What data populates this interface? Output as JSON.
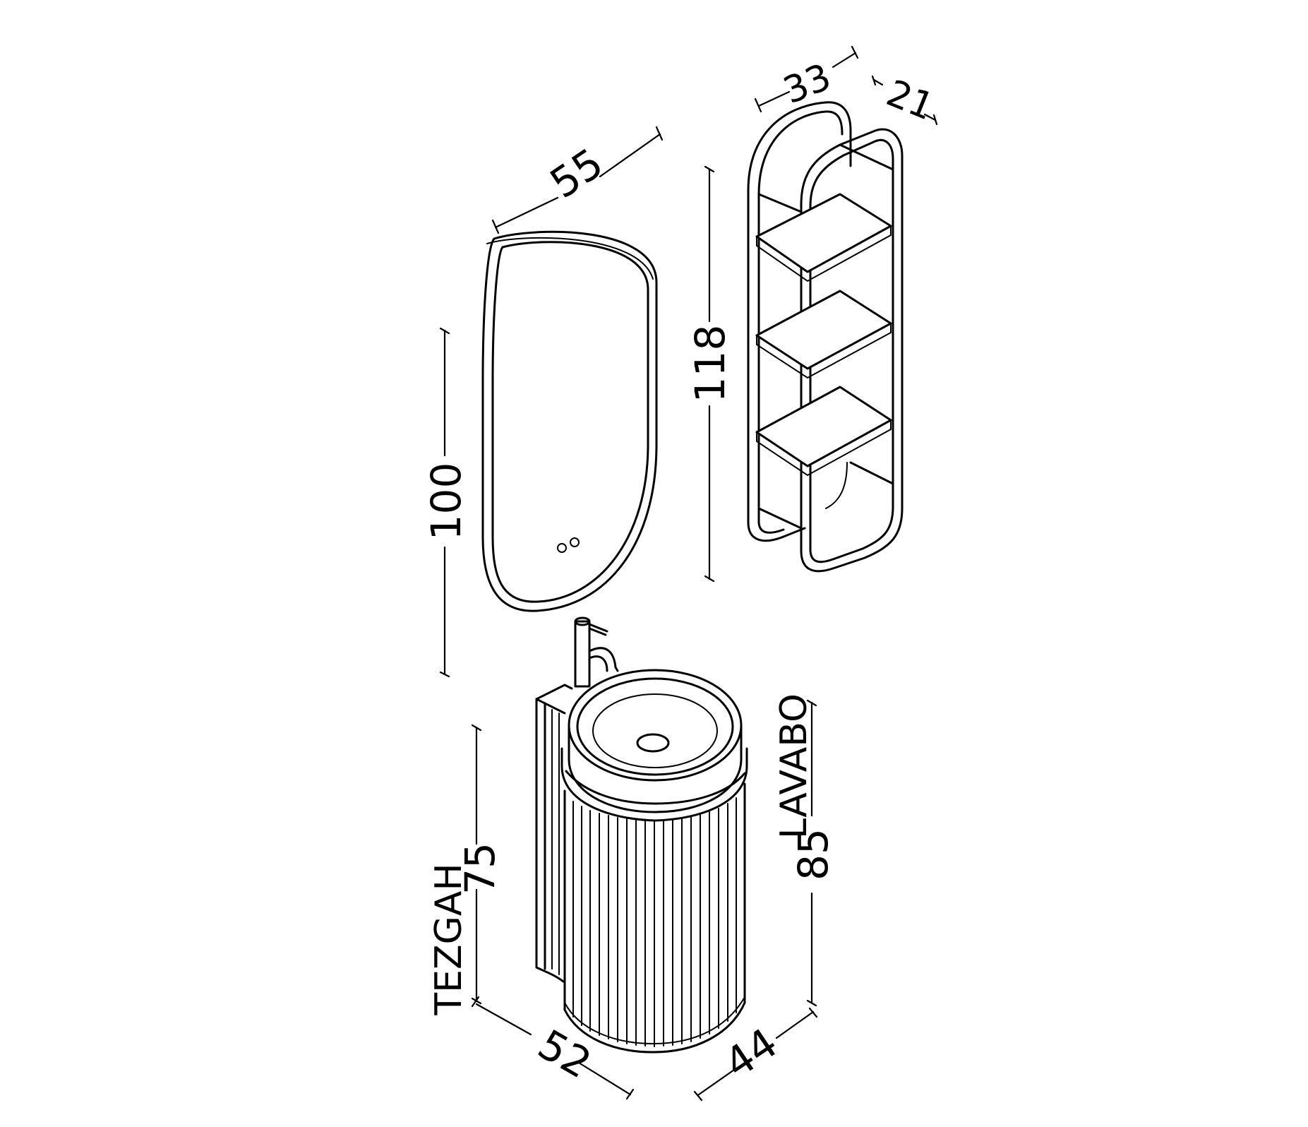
{
  "dimensions": {
    "mirror_width": "55",
    "mirror_height": "100",
    "shelf_width": "33",
    "shelf_depth": "21",
    "shelf_height": "118",
    "counter_height": "75",
    "counter_label": "TEZGAH",
    "basin_height": "85",
    "basin_label": "LAVABO",
    "cabinet_width": "52",
    "cabinet_depth": "44"
  },
  "colors": {
    "line": "#000000",
    "background": "#ffffff"
  }
}
